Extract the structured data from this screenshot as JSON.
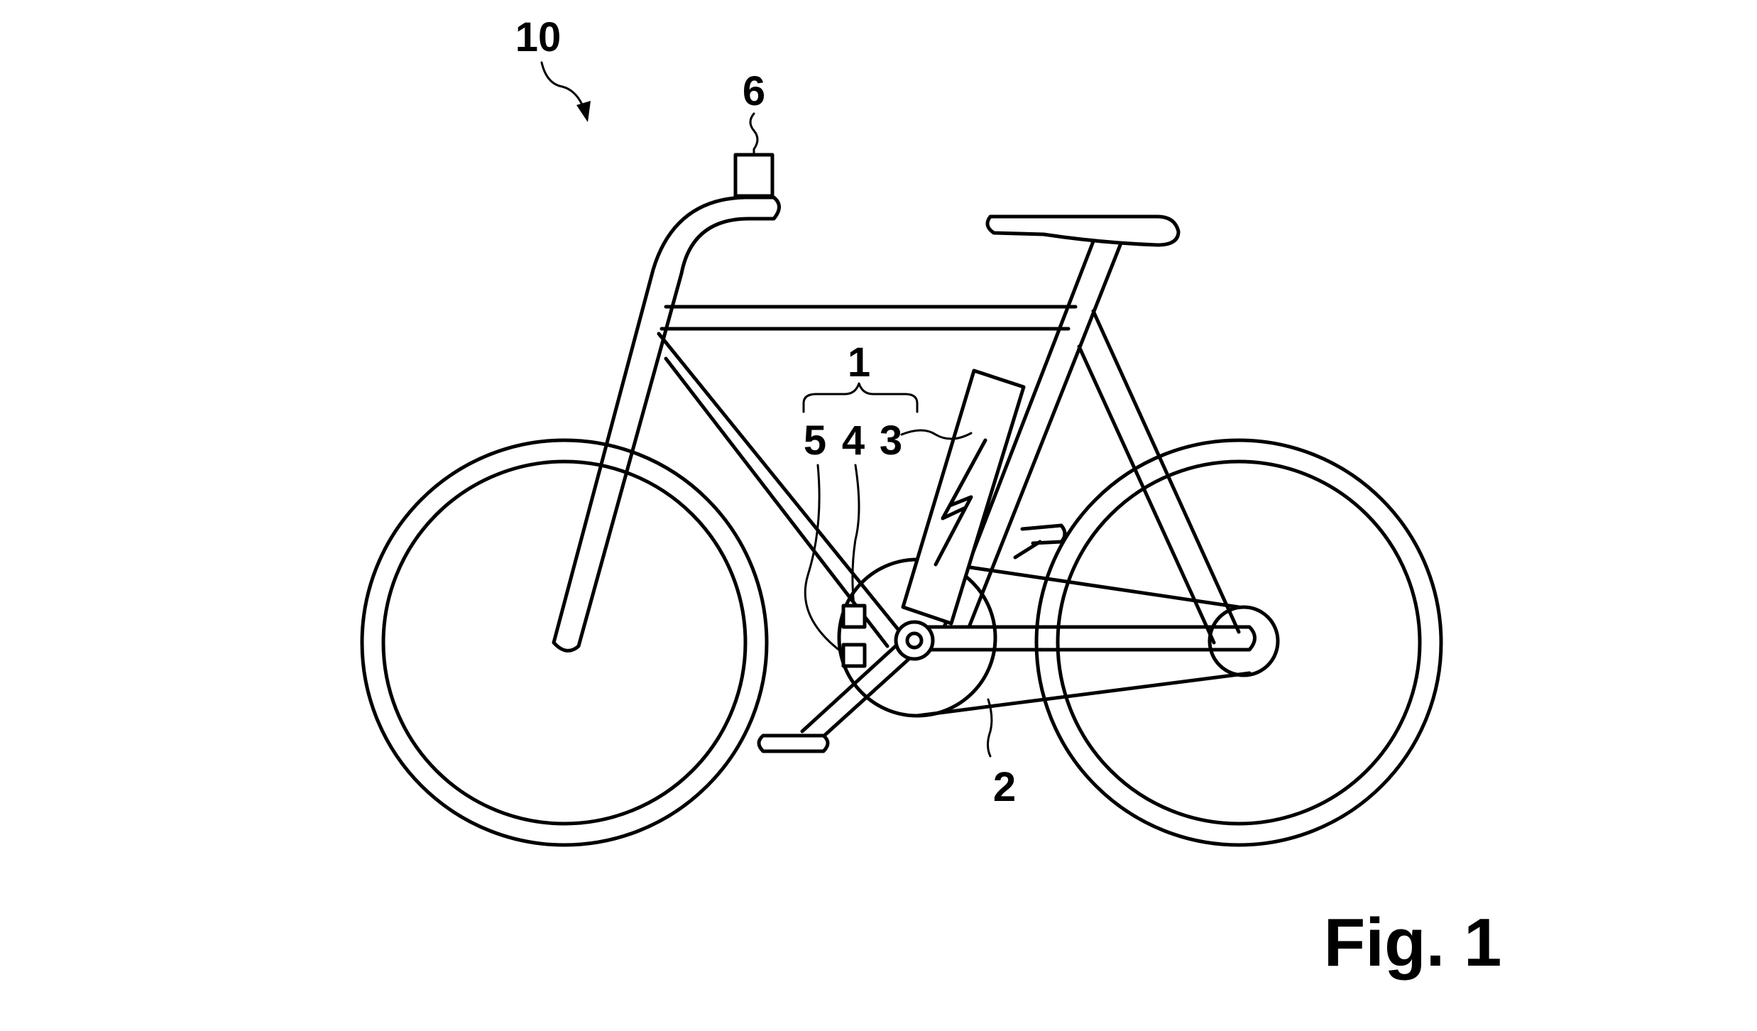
{
  "figure": {
    "caption": "Fig. 1",
    "reference_numerals": {
      "bicycle": "10",
      "drive_system": "1",
      "drive_unit": "2",
      "battery": "3",
      "component_4": "4",
      "component_5": "5",
      "handlebar_unit": "6"
    }
  }
}
